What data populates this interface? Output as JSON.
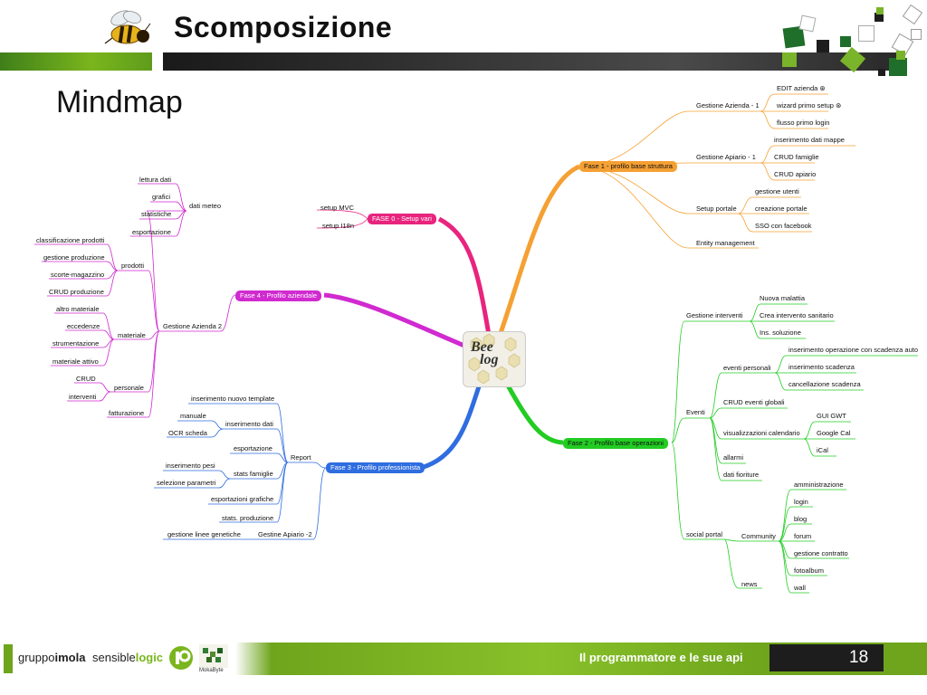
{
  "slide": {
    "title": "Scomposizione",
    "subtitle": "Mindmap",
    "page_number": "18",
    "footer_text": "Il programmatore e le sue api"
  },
  "brands": {
    "gruppo_prefix": "gruppo",
    "gruppo_bold": "imola",
    "sensible_prefix": "sensible",
    "sensible_bold": "logic",
    "mokabyte": "MokaByte"
  },
  "center": {
    "line1": "Bee",
    "line2": "log"
  },
  "colors": {
    "fase0": "#e8247e",
    "fase1": "#f5a033",
    "fase2": "#22cc22",
    "fase3": "#2f6de0",
    "fase4": "#d02ad0",
    "accent_green": "#6ea51c"
  },
  "fase0": {
    "label": "FASE 0 - Setup vari",
    "items": [
      "setup MVC",
      "setup I18n"
    ]
  },
  "fase1": {
    "label": "Fase 1 - profilo base struttura",
    "gestione_azienda": {
      "label": "Gestione Azienda - 1",
      "items": [
        "EDIT azienda",
        "wizard primo setup",
        "flusso primo login"
      ]
    },
    "gestione_apiario": {
      "label": "Gestione Apiario - 1",
      "items": [
        "inserimento dati mappe",
        "CRUD famiglie",
        "CRUD apiario"
      ]
    },
    "setup_portale": {
      "label": "Setup portale",
      "items": [
        "gestione utenti",
        "creazione portale",
        "SSO con facebook"
      ]
    },
    "entity": "Entity management"
  },
  "fase2": {
    "label": "Fase 2 - Profilo base operazioni",
    "gestione_interventi": {
      "label": "Gestione interventi",
      "items": [
        "Nuova malattia",
        "Crea intervento sanitario",
        "Ins. soluzione"
      ]
    },
    "eventi": {
      "label": "Eventi",
      "eventi_personali": {
        "label": "eventi personali",
        "items": [
          "inserimento operazione con scadenza auto",
          "inserimento scadenza",
          "cancellazione scadenza"
        ]
      },
      "crud_globali": "CRUD eventi globali",
      "calendario": {
        "label": "visualizzazioni calendario",
        "items": [
          "GUI GWT",
          "Google Cal",
          "iCal"
        ]
      },
      "allarmi": "allarmi",
      "dati_fioriture": "dati fioriture"
    },
    "social": {
      "label": "social portal",
      "community": {
        "label": "Community",
        "items": [
          "amministrazione",
          "login",
          "blog",
          "forum",
          "gestione contratto",
          "fotoalbum",
          "wall"
        ]
      },
      "news": "news"
    }
  },
  "fase3": {
    "label": "Fase 3 - Profilo professionista",
    "report": {
      "label": "Report",
      "template": "inserimento nuovo template",
      "inserimento_dati": {
        "label": "inserimento dati",
        "items": [
          "manuale",
          "OCR scheda"
        ]
      },
      "esportazione": "esportazione",
      "stats_famiglie": {
        "label": "stats famiglie",
        "items": [
          "inserimento pesi",
          "selezione parametri"
        ]
      },
      "esportazioni_grafiche": "esportazioni grafiche",
      "stats_produzione": "stats. produzione"
    },
    "gestine_apiario": {
      "label": "Gestine Apiario -2",
      "items": [
        "gestione linee genetiche"
      ]
    }
  },
  "fase4": {
    "label": "Fase 4 - Profilo aziendale",
    "gestione_azienda2": {
      "label": "Gestione Azienda 2",
      "dati_meteo": {
        "label": "dati meteo",
        "items": [
          "lettura dati",
          "grafici",
          "statistiche",
          "esportazione"
        ]
      },
      "prodotti": {
        "label": "prodotti",
        "items": [
          "classificazione prodotti",
          "gestione produzione",
          "scorte-magazzino",
          "CRUD produzione"
        ]
      },
      "materiale": {
        "label": "materiale",
        "items": [
          "altro materiale",
          "eccedenze",
          "strumentazione",
          "materiale attivo"
        ]
      },
      "personale": {
        "label": "personale",
        "items": [
          "CRUD",
          "interventi"
        ]
      },
      "fatturazione": "fatturazione"
    }
  }
}
